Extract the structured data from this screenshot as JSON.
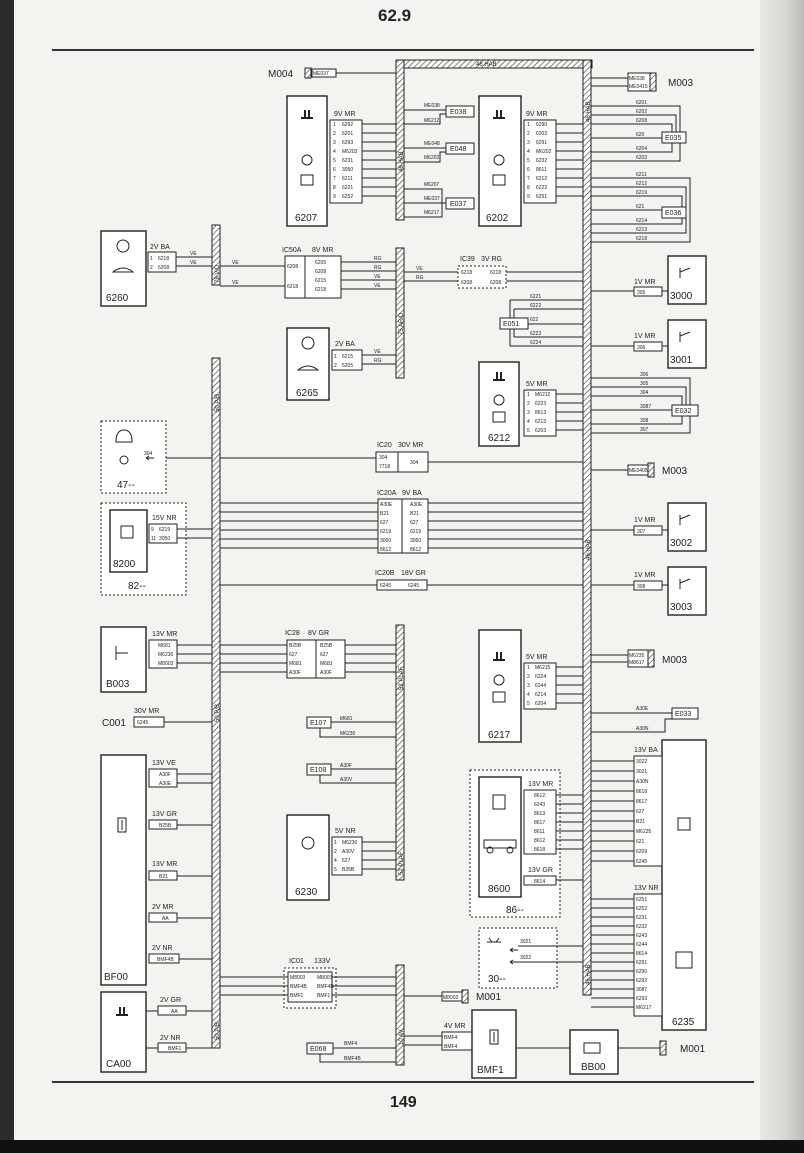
{
  "page": {
    "section": "62.9",
    "number": "149"
  },
  "buses": {
    "top": "46 HAB",
    "right": [
      "46 HAB",
      "46 HAB",
      "46 HAB"
    ],
    "b78": "78 V/D",
    "b75": "75 AR/D",
    "b50": [
      "50 P/B",
      "50 P/B",
      "50 P/B"
    ],
    "b52": [
      "52 PLAF",
      "52 PLAF"
    ],
    "b10": "10 AV",
    "hab_mid": "46 HAB"
  },
  "grounds": {
    "g1": "M004",
    "g2": "M003",
    "g3": "M003",
    "g4": "M003",
    "g5": "M001",
    "g6": "M001"
  },
  "components": {
    "c6207": {
      "id": "6207",
      "conn": "9V MR",
      "pins": [
        "6292",
        "6201",
        "6293",
        "M6203",
        "6231",
        "3050",
        "6211",
        "6221",
        "6252"
      ]
    },
    "c6202": {
      "id": "6202",
      "conn": "9V MR",
      "pins": [
        "6290",
        "6202",
        "6291",
        "M6202",
        "6232",
        "8611",
        "6212",
        "6222",
        "6251"
      ]
    },
    "c6260": {
      "id": "6260",
      "conn": "2V BA",
      "pins": [
        "6218",
        "6208"
      ]
    },
    "c6265": {
      "id": "6265",
      "conn": "2V BA",
      "pins": [
        "6215",
        "6205"
      ]
    },
    "c6212": {
      "id": "6212",
      "conn": "5V MR",
      "pins": [
        "M6212",
        "6223",
        "8613",
        "6213",
        "6203"
      ]
    },
    "c47": {
      "id": "47--"
    },
    "c8200": {
      "id": "8200",
      "sub": "82--",
      "conn": "15V NR",
      "pins": [
        "6219",
        "3050"
      ]
    },
    "cB003": {
      "id": "B003",
      "conn": "13V MR",
      "pins": [
        "M681",
        "M6230",
        "M8003"
      ]
    },
    "cBF00": {
      "id": "BF00",
      "conns": [
        "13V VE",
        "13V GR",
        "13V MR",
        "2V MR",
        "2V NR"
      ],
      "pins1": [
        "A30F",
        "A30E"
      ],
      "pins2": [
        "B25B"
      ],
      "pins3": [
        "B21"
      ],
      "pins4": [
        "AA"
      ],
      "pins5": [
        "BMF4B"
      ]
    },
    "cCA00": {
      "id": "CA00",
      "conns": [
        "2V GR",
        "2V NR"
      ],
      "pins": [
        "AA",
        "BMF1"
      ]
    },
    "c6217": {
      "id": "6217",
      "conn": "5V MR",
      "pins": [
        "M6215",
        "6224",
        "6244",
        "6214",
        "6204"
      ]
    },
    "c6230": {
      "id": "6230",
      "conn": "5V NR",
      "pins": [
        "M6230",
        "A30V",
        "627",
        "B25B"
      ]
    },
    "c8600": {
      "id": "8600",
      "sub": "86--",
      "conns": [
        "13V MR",
        "13V GR"
      ],
      "pins": [
        "8612",
        "6243",
        "8613",
        "8617",
        "8611",
        "8612",
        "8618"
      ],
      "pin2": "8614"
    },
    "c6235": {
      "id": "6235",
      "conns": [
        "13V BA",
        "13V NR"
      ],
      "pins1": [
        "3022",
        "3021",
        "A30N",
        "8618",
        "8617",
        "627",
        "B21",
        "M6235",
        "621",
        "6209",
        "6245"
      ],
      "pins2": [
        "6251",
        "6252",
        "6231",
        "6232",
        "6243",
        "6244",
        "8614",
        "6291",
        "6290",
        "6292",
        "3087",
        "6293",
        "M6217"
      ]
    },
    "c3000": {
      "id": "3000",
      "conn": "1V MR",
      "pin": "305"
    },
    "c3001": {
      "id": "3001",
      "conn": "1V MR",
      "pin": "306"
    },
    "c3002": {
      "id": "3002",
      "conn": "1V MR",
      "pin": "307"
    },
    "c3003": {
      "id": "3003",
      "conn": "1V MR",
      "pin": "308"
    },
    "c30": {
      "id": "30--",
      "pins": [
        "3021",
        "3022"
      ]
    },
    "cBMF1": {
      "id": "BMF1",
      "conn": "4V MR",
      "pins": [
        "BMF4",
        "BMF4"
      ]
    },
    "cBB00": {
      "id": "BB00"
    }
  },
  "connectors": {
    "ic50a": {
      "id": "IC50A",
      "conn": "8V MR",
      "left": [
        "6208",
        "6218"
      ],
      "right": [
        "6205",
        "6208",
        "6215",
        "6218"
      ]
    },
    "ic39": {
      "id": "IC39",
      "conn": "3V RG",
      "pins": [
        "6218",
        "6208"
      ]
    },
    "ic20": {
      "id": "IC20",
      "conn": "30V MR",
      "pins": [
        "304",
        "7718",
        "304"
      ]
    },
    "ic20a": {
      "id": "IC20A",
      "conn": "9V BA",
      "pins": [
        "A30E",
        "B21",
        "627",
        "6219",
        "3050",
        "8612"
      ]
    },
    "ic20b": {
      "id": "IC20B",
      "conn": "18V GR",
      "pins": [
        "6245"
      ]
    },
    "ic28": {
      "id": "IC28",
      "conn": "8V GR",
      "pins": [
        "B25B",
        "627",
        "M681",
        "A30F"
      ]
    },
    "ic01": {
      "id": "IC01",
      "conn": "133V",
      "pins": [
        "M8003",
        "BMF4B",
        "BMF1"
      ]
    },
    "c001": {
      "id": "C001",
      "conn": "30V MR",
      "pin": "6245"
    }
  },
  "splices": [
    "E038",
    "E048",
    "E037",
    "E035",
    "E036",
    "E051",
    "E032",
    "E107",
    "E108",
    "E033",
    "E068"
  ],
  "wires": {
    "w_e038": [
      "ME038",
      "M6212"
    ],
    "w_e048": [
      "ME048",
      "M6202"
    ],
    "w_e037": [
      "M6207",
      "ME037",
      "M6217"
    ],
    "w_e035": [
      "6201",
      "6202",
      "6208",
      "620",
      "6204",
      "6203"
    ],
    "w_e036": [
      "6211",
      "6212",
      "6219",
      "621",
      "6214",
      "6213",
      "6218"
    ],
    "w_e051": [
      "6221",
      "6222",
      "622",
      "6223",
      "6224"
    ],
    "w_e032": [
      "306",
      "305",
      "304",
      "3087",
      "308",
      "307"
    ],
    "w_e107": [
      "M681",
      "M6230"
    ],
    "w_e108": [
      "A30F",
      "A30V"
    ],
    "w_e033": [
      "A30E",
      "A30N"
    ],
    "w_e068": [
      "BMF4",
      "BMF4B"
    ],
    "colors": [
      "VE",
      "RG"
    ],
    "m004": "ME037",
    "m003a": [
      "ME038",
      "ME0415"
    ],
    "m003b": "ME0405",
    "m003c": [
      "M6235",
      "M8617"
    ],
    "m001": "M8003"
  }
}
